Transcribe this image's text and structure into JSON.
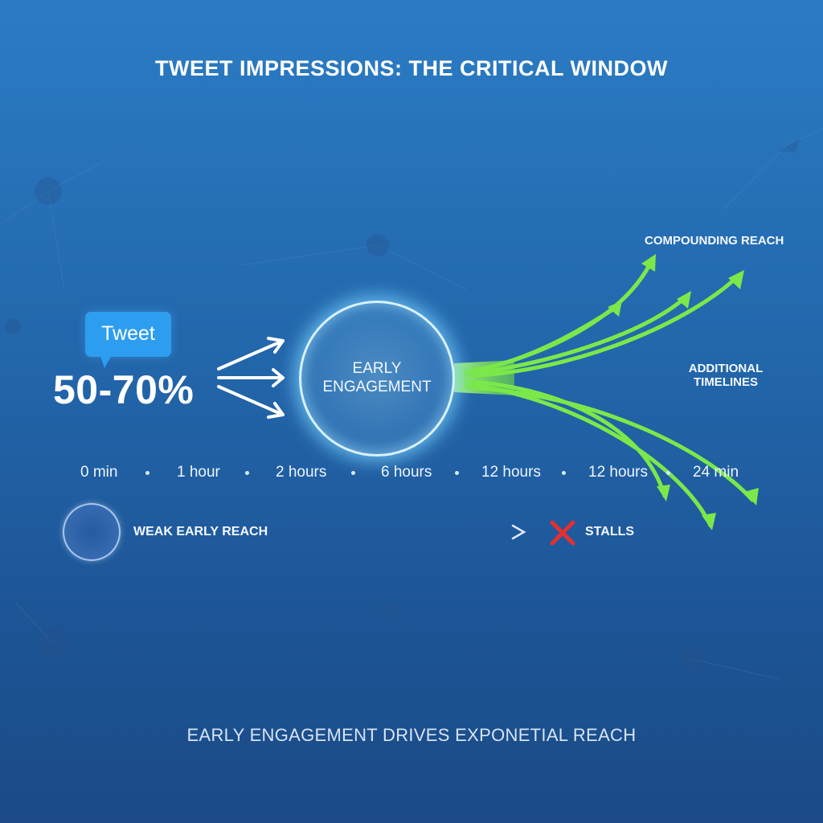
{
  "title": "TWEET IMPRESSIONS: THE CRITICAL WINDOW",
  "tweet_label": "Tweet",
  "percent_label": "50-70%",
  "hub": {
    "line1": "EARLY",
    "line2": "ENGAGEMENT"
  },
  "labels": {
    "compounding": "COMPOUNDING REACH",
    "additional_line1": "ADDITIONAL",
    "additional_line2": "TIMELINES"
  },
  "timeline": [
    "0 min",
    "1 hour",
    "2 hours",
    "6 hours",
    "12 hours",
    "12 hours",
    "24 min"
  ],
  "weak": {
    "label": "WEAK EARLY REACH",
    "outcome": "STALLS"
  },
  "subtitle": "EARLY ENGAGEMENT DRIVES EXPONETIAL REACH",
  "colors": {
    "background_top": "#2b7cc4",
    "background_bottom": "#1b4a86",
    "growth_arrows": "#7be84a",
    "tweet_bubble": "#2d9df0",
    "stall_mark": "#e53030"
  }
}
